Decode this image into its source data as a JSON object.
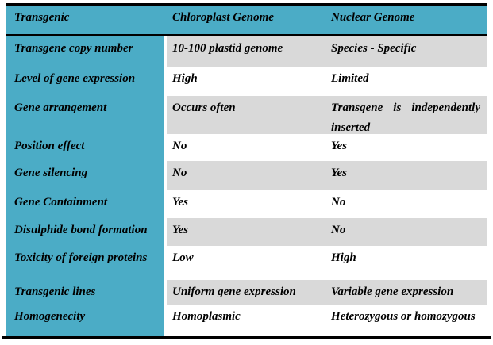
{
  "table": {
    "header": {
      "transgenic": "Transgenic",
      "chloroplast": "Chloroplast Genome",
      "nuclear": "Nuclear Genome"
    },
    "rows": [
      {
        "trait": "Transgene copy number",
        "chloroplast": "10-100 plastid genome",
        "nuclear": "Species - Specific"
      },
      {
        "trait": "Level of gene expression",
        "chloroplast": "High",
        "nuclear": "Limited"
      },
      {
        "trait": "Gene arrangement",
        "chloroplast": "Occurs often",
        "nuclear": "Transgene is independently inserted"
      },
      {
        "trait": "Position effect",
        "chloroplast": "No",
        "nuclear": "Yes"
      },
      {
        "trait": "Gene silencing",
        "chloroplast": "No",
        "nuclear": "Yes"
      },
      {
        "trait": "Gene Containment",
        "chloroplast": "Yes",
        "nuclear": "No"
      },
      {
        "trait": "Disulphide bond formation",
        "chloroplast": "Yes",
        "nuclear": "No"
      },
      {
        "trait": "Toxicity of foreign proteins",
        "chloroplast": "Low",
        "nuclear": "High"
      },
      {
        "trait": "Transgenic lines",
        "chloroplast": "Uniform gene expression",
        "nuclear": "Variable gene expression"
      },
      {
        "trait": "Homogenecity",
        "chloroplast": "Homoplasmic",
        "nuclear": "Heterozygous or homozygous"
      }
    ],
    "colors": {
      "header_bg": "#4BACC6",
      "trait_column_bg": "#4BACC6",
      "shaded_row_bg": "#D9D9D9",
      "border": "#000000",
      "text": "#000000"
    }
  }
}
